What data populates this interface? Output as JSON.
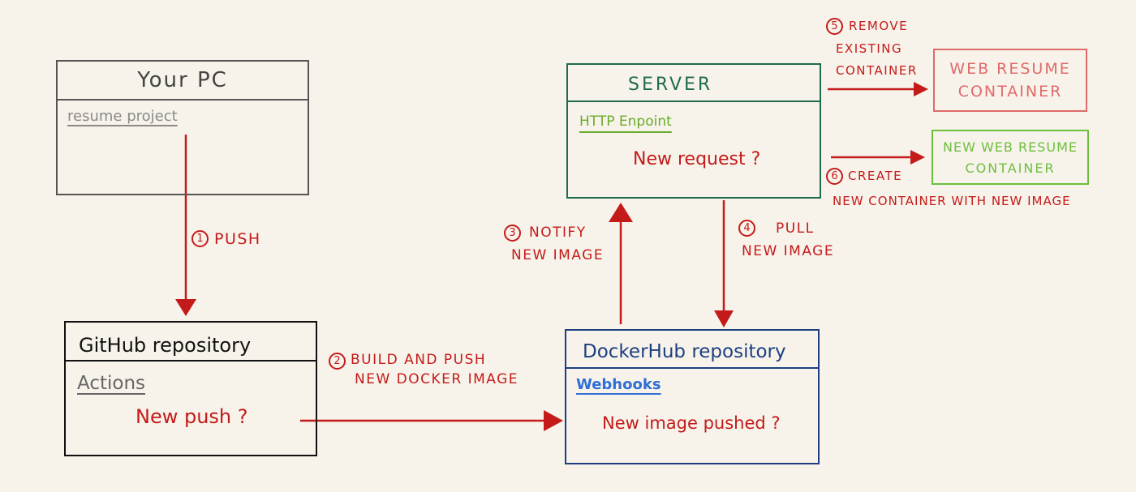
{
  "boxes": {
    "your_pc": {
      "title": "Your PC",
      "subtitle": "resume project"
    },
    "github": {
      "title": "GitHub repository",
      "subtitle": "Actions",
      "note": "New push ?"
    },
    "dockerhub": {
      "title": "DockerHub repository",
      "subtitle": "Webhooks",
      "note": "New image pushed ?"
    },
    "server": {
      "title": "SERVER",
      "subtitle": "HTTP Enpoint",
      "note": "New request ?"
    },
    "old_container": {
      "title_line1": "WEB RESUME",
      "title_line2": "CONTAINER"
    },
    "new_container": {
      "title_line1": "NEW WEB RESUME",
      "title_line2": "CONTAINER"
    }
  },
  "steps": [
    {
      "number": "1",
      "line1": "PUSH"
    },
    {
      "number": "2",
      "line1": "BUILD AND PUSH",
      "line2": "NEW DOCKER IMAGE"
    },
    {
      "number": "3",
      "line1": "NOTIFY",
      "line2": "NEW IMAGE"
    },
    {
      "number": "4",
      "line1": "PULL",
      "line2": "NEW IMAGE"
    },
    {
      "number": "5",
      "line1": "REMOVE",
      "line2": "EXISTING",
      "line3": "CONTAINER"
    },
    {
      "number": "6",
      "line1": "CREATE",
      "line2": "NEW CONTAINER WITH NEW IMAGE"
    }
  ],
  "colors": {
    "background": "#f7f3ea",
    "arrow": "#c41a1a",
    "your_pc": "#555555",
    "github": "#111111",
    "dockerhub": "#1d3f82",
    "dockerhub_link": "#2f6fd6",
    "server": "#1f6b4e",
    "server_link": "#6aab2a",
    "old_container": "#e06a6a",
    "new_container": "#6cbf3d"
  }
}
